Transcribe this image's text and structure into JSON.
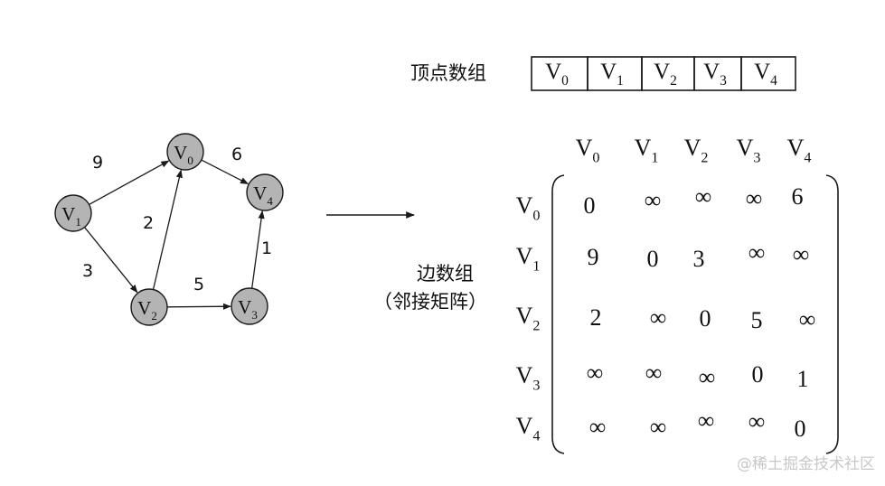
{
  "vertex_array": {
    "label": "顶点数组",
    "cells": [
      {
        "base": "V",
        "sub": "0"
      },
      {
        "base": "V",
        "sub": "1"
      },
      {
        "base": "V",
        "sub": "2"
      },
      {
        "base": "V",
        "sub": "3"
      },
      {
        "base": "V",
        "sub": "4"
      }
    ]
  },
  "graph": {
    "nodes": [
      {
        "id": "v0",
        "base": "V",
        "sub": "0"
      },
      {
        "id": "v1",
        "base": "V",
        "sub": "1"
      },
      {
        "id": "v2",
        "base": "V",
        "sub": "2"
      },
      {
        "id": "v3",
        "base": "V",
        "sub": "3"
      },
      {
        "id": "v4",
        "base": "V",
        "sub": "4"
      }
    ],
    "edges": [
      {
        "from": "v1",
        "to": "v0",
        "weight": "9"
      },
      {
        "from": "v0",
        "to": "v4",
        "weight": "6"
      },
      {
        "from": "v2",
        "to": "v0",
        "weight": "2"
      },
      {
        "from": "v1",
        "to": "v2",
        "weight": "3"
      },
      {
        "from": "v2",
        "to": "v3",
        "weight": "5"
      },
      {
        "from": "v3",
        "to": "v4",
        "weight": "1"
      }
    ]
  },
  "edge_array": {
    "label_line1": "边数组",
    "label_line2": "（邻接矩阵）"
  },
  "matrix": {
    "col_headers": [
      {
        "base": "V",
        "sub": "0"
      },
      {
        "base": "V",
        "sub": "1"
      },
      {
        "base": "V",
        "sub": "2"
      },
      {
        "base": "V",
        "sub": "3"
      },
      {
        "base": "V",
        "sub": "4"
      }
    ],
    "row_headers": [
      {
        "base": "V",
        "sub": "0"
      },
      {
        "base": "V",
        "sub": "1"
      },
      {
        "base": "V",
        "sub": "2"
      },
      {
        "base": "V",
        "sub": "3"
      },
      {
        "base": "V",
        "sub": "4"
      }
    ],
    "rows": [
      [
        "0",
        "∞",
        "∞",
        "∞",
        "6"
      ],
      [
        "9",
        "0",
        "3",
        "∞",
        "∞"
      ],
      [
        "2",
        "∞",
        "0",
        "5",
        "∞"
      ],
      [
        "∞",
        "∞",
        "∞",
        "0",
        "1"
      ],
      [
        "∞",
        "∞",
        "∞",
        "∞",
        "0"
      ]
    ]
  },
  "watermark": "@稀土掘金技术社区",
  "colors": {
    "node_fill": "#b4b4b4",
    "stroke": "#1a1a1a",
    "watermark": "#c8c8c8"
  }
}
